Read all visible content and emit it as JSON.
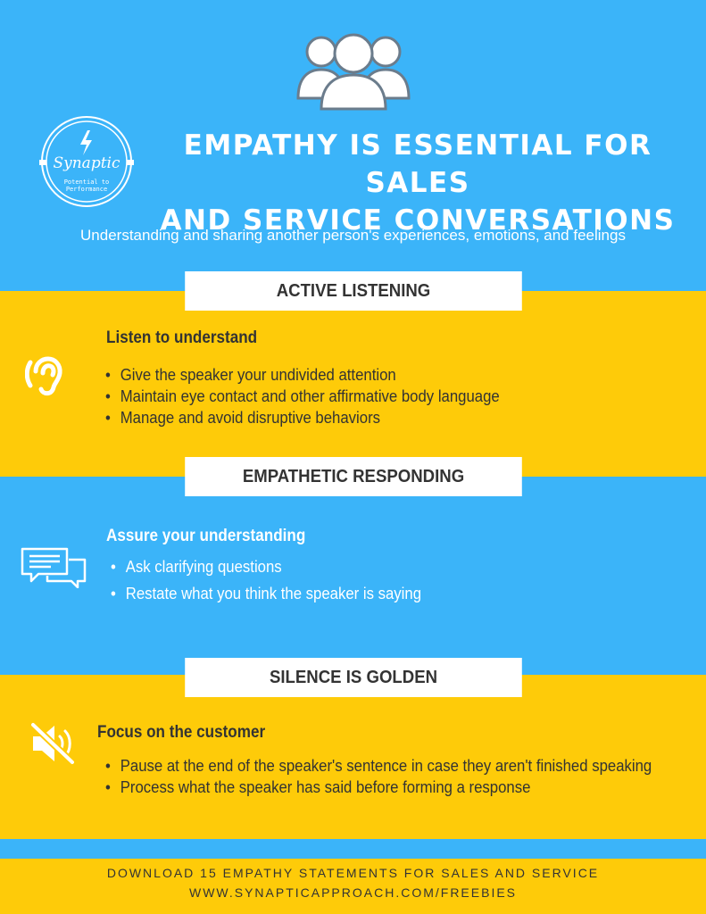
{
  "header": {
    "title_line1": "EMPATHY IS ESSENTIAL FOR SALES",
    "title_line2": "AND SERVICE CONVERSATIONS",
    "subtitle": "Understanding and sharing another person's experiences, emotions, and feelings",
    "logo": {
      "brand": "Synaptic",
      "tagline_line1": "Potential to",
      "tagline_line2": "Performance"
    },
    "icon": "people-group-icon"
  },
  "sections": [
    {
      "header": "ACTIVE LISTENING",
      "title": "Listen to understand",
      "icon": "ear-icon",
      "bullets": [
        "Give the speaker your undivided attention",
        "Maintain eye contact and other affirmative body language",
        "Manage and avoid disruptive behaviors"
      ]
    },
    {
      "header": "EMPATHETIC RESPONDING",
      "title": "Assure your understanding",
      "icon": "chat-bubbles-icon",
      "bullets": [
        "Ask clarifying questions",
        "Restate what you think the speaker is saying"
      ]
    },
    {
      "header": "SILENCE IS GOLDEN",
      "title": "Focus on the customer",
      "icon": "mute-speaker-icon",
      "bullets": [
        "Pause at the end of the speaker's sentence in case they aren't finished speaking",
        "Process what the speaker has said before forming a response"
      ]
    }
  ],
  "footer": {
    "line1": "DOWNLOAD 15 EMPATHY STATEMENTS FOR SALES AND SERVICE",
    "line2": "WWW.SYNAPTICAPPROACH.COM/FREEBIES"
  },
  "colors": {
    "blue": "#3bb4f9",
    "yellow": "#fecb09",
    "white": "#ffffff",
    "text_dark": "#333333"
  }
}
